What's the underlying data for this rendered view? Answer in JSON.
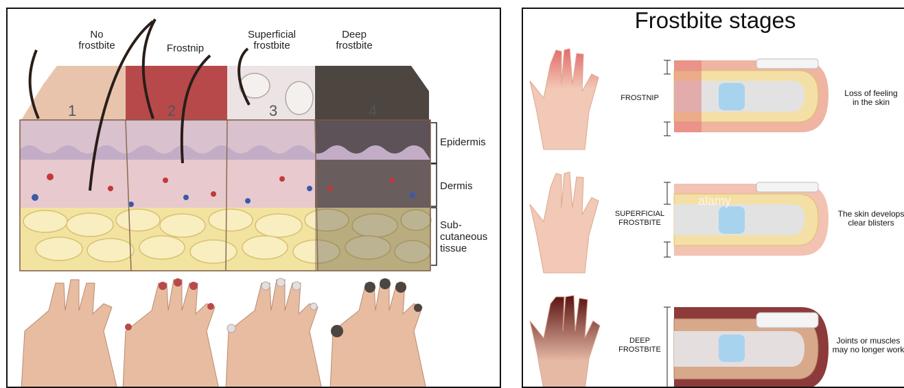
{
  "left_diagram": {
    "columns": [
      {
        "heading": "No\nfrostbite",
        "number": "1"
      },
      {
        "heading": "Frostnip",
        "number": "2"
      },
      {
        "heading": "Superficial\nfrostbite",
        "number": "3"
      },
      {
        "heading": "Deep\nfrostbite",
        "number": "4"
      }
    ],
    "layers": [
      "Epidermis",
      "Dermis",
      "Sub-\ncutaneous\ntissue"
    ]
  },
  "right_diagram": {
    "title": "Frostbite stages",
    "stages": [
      {
        "name": "FROSTNIP",
        "description": "Loss of feeling\nin the skin"
      },
      {
        "name": "SUPERFICIAL\nFROSTBITE",
        "description": "The skin develops\nclear blisters"
      },
      {
        "name": "DEEP\nFROSTBITE",
        "description": "Joints or muscles\nmay no longer work"
      }
    ],
    "watermark": "alamy"
  },
  "colors": {
    "skin": "#efc2a8",
    "frostnip": "#b8494a",
    "superficial": "#e6dede",
    "deep": "#4d4540",
    "fat": "#f4e6a4",
    "dermis": "#e6c4c6",
    "epidermis": "#c7b2c8",
    "bone": "#dcdcdc",
    "joint": "#a7d3ef",
    "deep_tissue": "#8c3a3a"
  }
}
